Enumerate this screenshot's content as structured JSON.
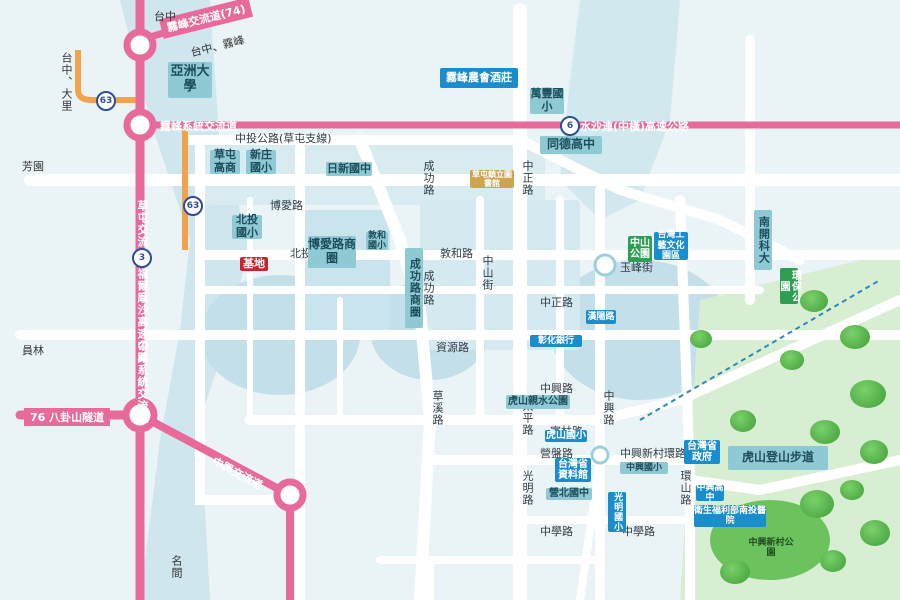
{
  "colors": {
    "water": "#c6e1ea",
    "road": "#ffffff",
    "expressway": "#e86a9a",
    "ringroad": "#f2a24a",
    "park": "#d6ecd0",
    "accent_blue": "#1a8dcc",
    "base_red": "#c8252b"
  },
  "edge_labels": {
    "north": "台中",
    "west_top": "台中、大里",
    "west_mid": "芳園",
    "west_low": "員林",
    "south": "名間",
    "ne": "台中、霧峰"
  },
  "highways": {
    "h74": "霧峰交流道(74)",
    "h63": "63",
    "h76": "76 八卦山隧道",
    "wf": "霧峰系統交流道",
    "h6": "水沙連(中橫)高速公路",
    "h6num": "6",
    "h3": "福爾摩沙高速公路",
    "h3num": "3",
    "caotun": "草屯交流道",
    "zhongxing_sys": "中興系統交流道",
    "zhongxing": "中興交流道",
    "h63b": "63"
  },
  "roads": {
    "r1": "中投公路(草屯支線)",
    "r2": "太平路",
    "r3": "中正路",
    "r4": "博愛路",
    "r5": "敦和路",
    "r6": "成功路",
    "r7": "中山街",
    "r8": "玉峰街",
    "r9": "中正路",
    "r10": "中興路",
    "r11": "富林路",
    "r12": "中學路",
    "r13": "營盤路",
    "r14": "中興新村環路",
    "r15": "中學路",
    "r16": "草溪路",
    "r17": "中興路",
    "r18": "環山路",
    "r19": "光明路",
    "r20": "資源路",
    "r21": "成功路",
    "r22": "北投路"
  },
  "places": {
    "asia": "亞洲大學",
    "nongwei": "霧峰農會酒莊",
    "wanfeng": "萬豐國小",
    "tongde": "同德高中",
    "caotun_hs": "草屯高商",
    "xinzhuang": "新庄國小",
    "rixin": "日新國中",
    "beitou": "北投國小",
    "boai": "博愛路商圈",
    "chenggong": "成功路商圈",
    "dunhe": "敦和國小",
    "base": "基地",
    "zhongshan_park": "中山公園",
    "taiwan_craft": "台灣工藝文化園區",
    "nkfu": "南開科大",
    "huanbao": "環保公園",
    "huzhong": "虎山國小",
    "hushan_park": "虎山親水公園",
    "nantou_gov": "台灣省政府",
    "hushan_trail": "虎山登山步道",
    "library": "台灣省資料館",
    "fuguo": "營北國中",
    "welfare": "衛生福利部南投醫院",
    "zhongxing_hs": "中興高中",
    "zhongxing_lake": "中興新村公園",
    "guangming": "光明國小",
    "zhongxing_ele": "中興國小",
    "changhua_bank": "彰化銀行",
    "hanfu": "漢陽路",
    "craft2": "草屯鎮立圖書館"
  }
}
